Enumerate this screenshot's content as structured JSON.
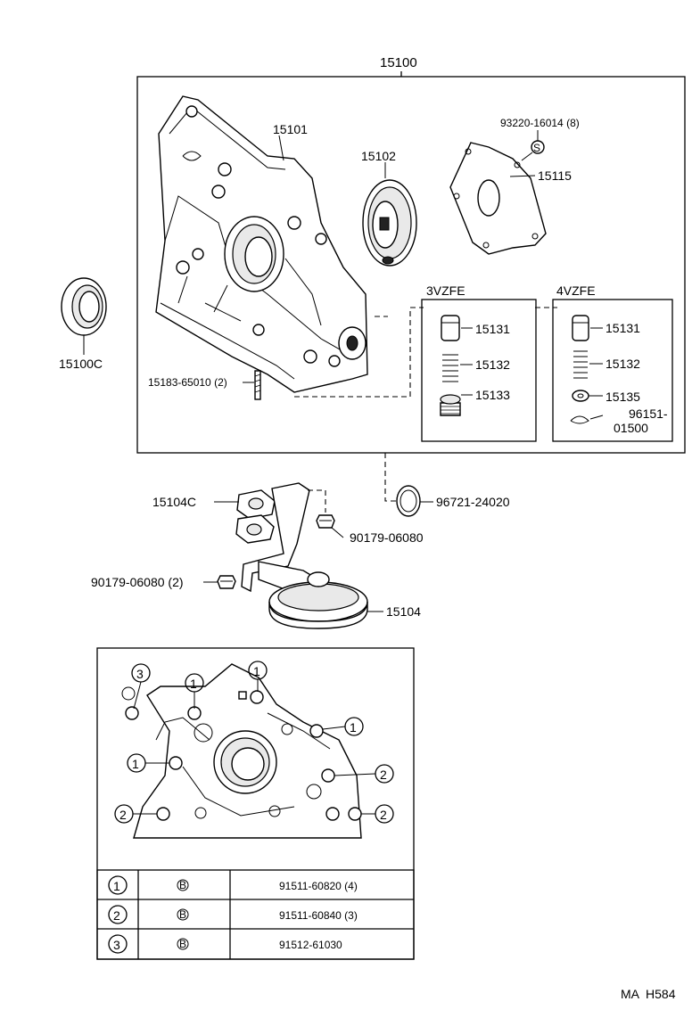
{
  "labels": {
    "assy": "15100",
    "body": "15101",
    "rotor": "15102",
    "plate": "15115",
    "screw": "93220-16014 (8)",
    "seal": "15100C",
    "stud": "15183-65010 (2)",
    "gasket_strainer": "15104C",
    "nut_a": "90179-06080",
    "nut_b": "90179-06080 (2)",
    "o_ring": "96721-24020",
    "strainer": "15104",
    "code": "MA  H584"
  },
  "variant_3vzfe": {
    "title": "3VZFE",
    "parts": [
      "15131",
      "15132",
      "15133"
    ]
  },
  "variant_4vzfe": {
    "title": "4VZFE",
    "parts": [
      "15131",
      "15132",
      "15135",
      "96151-",
      "01500"
    ]
  },
  "screw_symbol": "S",
  "bolt_symbol": "B",
  "callouts": {
    "c1": "1",
    "c2": "2",
    "c3": "3"
  },
  "bolt_table": [
    {
      "key": "1",
      "symbol": "B",
      "part": "91511-60820 (4)"
    },
    {
      "key": "2",
      "symbol": "B",
      "part": "91511-60840 (3)"
    },
    {
      "key": "3",
      "symbol": "B",
      "part": "91512-61030"
    }
  ]
}
